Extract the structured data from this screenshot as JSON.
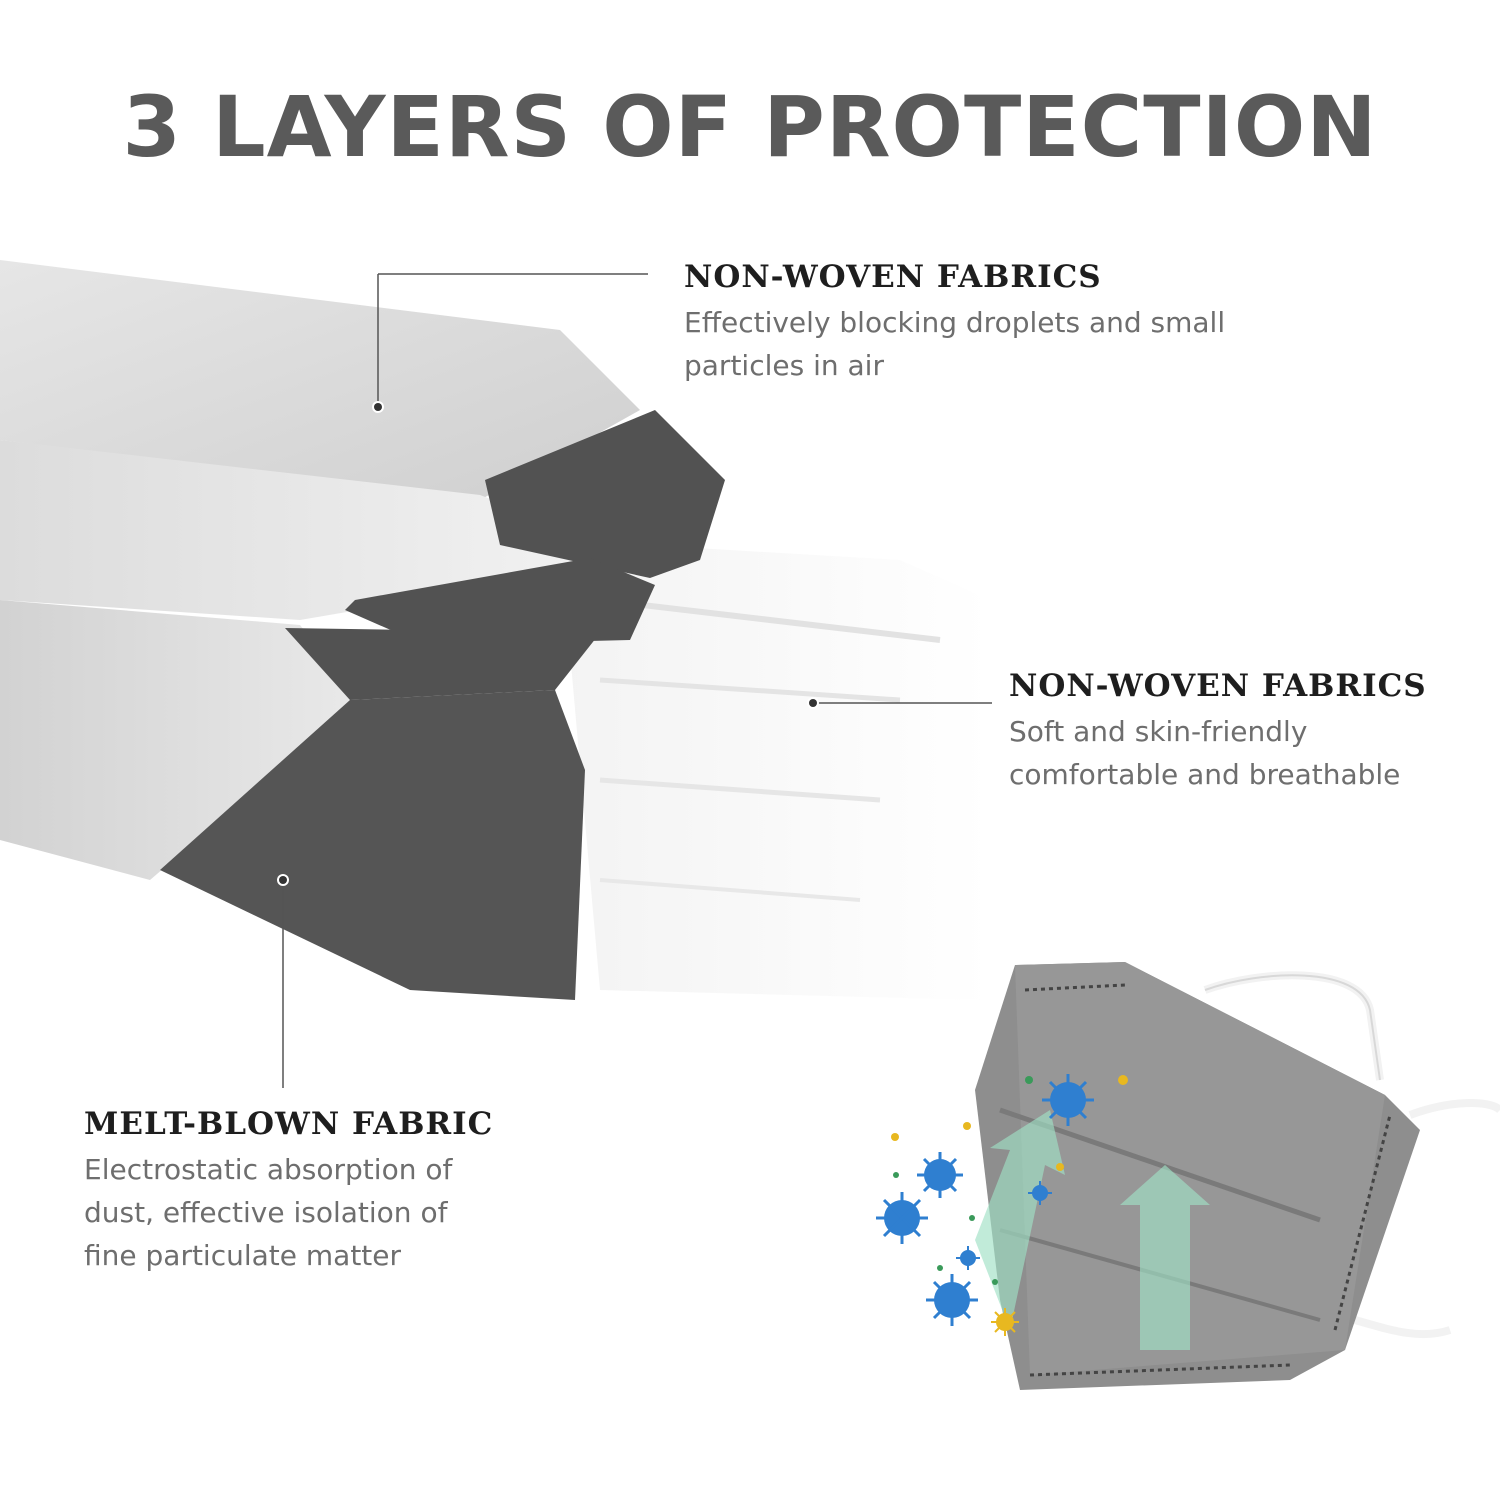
{
  "headline": "3 LAYERS OF PROTECTION",
  "layers": [
    {
      "title": "NON-WOVEN FABRICS",
      "lines": [
        "Effectively blocking droplets and small",
        "particles in air"
      ]
    },
    {
      "title": "NON-WOVEN FABRICS",
      "lines": [
        "Soft and skin-friendly",
        "comfortable and breathable"
      ]
    },
    {
      "title": "MELT-BLOWN FABRIC",
      "lines": [
        "Electrostatic absorption of",
        "dust, effective isolation of",
        "fine particulate matter"
      ]
    }
  ],
  "colors": {
    "headline": "#5a5a5a",
    "title": "#1e1e1e",
    "body": "#6e6e6e",
    "dark_fabric": "#525252",
    "light_fabric": "#d9d9d9",
    "virus_blue": "#2f7fd0",
    "virus_yellow": "#e8b820",
    "airflow_green": "#9fe0c4"
  }
}
